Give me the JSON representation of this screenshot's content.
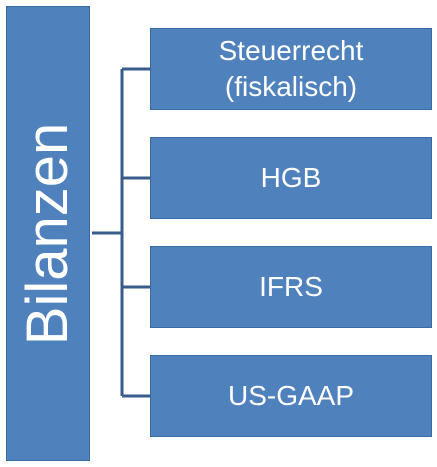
{
  "root": {
    "label": "Bilanzen"
  },
  "children": [
    {
      "label_line1": "Steuerrecht",
      "label_line2": "(fiskalisch)"
    },
    {
      "label": "HGB"
    },
    {
      "label": "IFRS"
    },
    {
      "label": "US-GAAP"
    }
  ],
  "colors": {
    "box_fill": "#4f81bd",
    "box_border": "#3a6aa6",
    "connector": "#385d8a",
    "text": "#ffffff"
  }
}
